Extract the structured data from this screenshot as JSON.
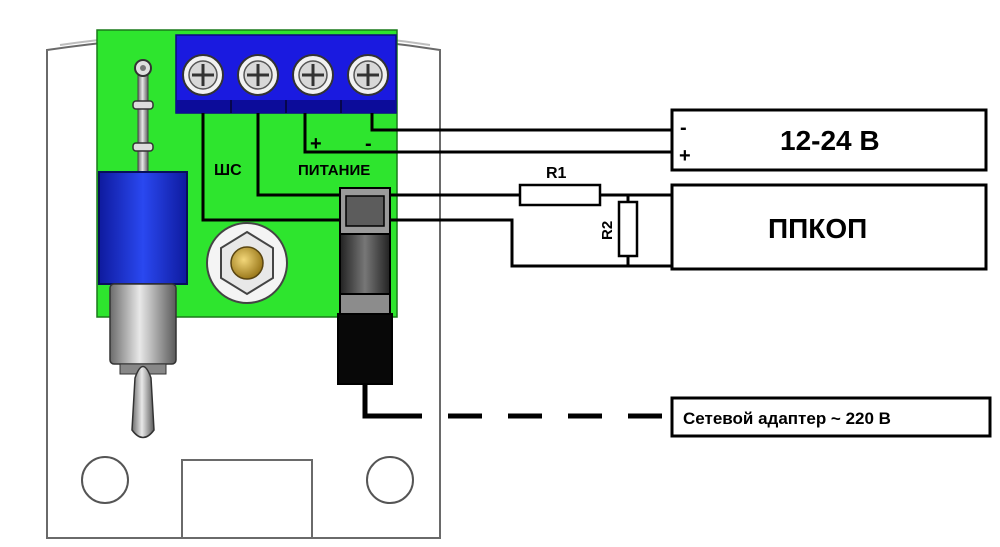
{
  "colors": {
    "board": "#2ee52e",
    "terminal_block": "#1a1ae0",
    "relay": "#1a2fd6",
    "wire": "#000000",
    "housing": "#ffffff"
  },
  "board_labels": {
    "loop": "ШС",
    "power": "ПИТАНИЕ",
    "plus": "+",
    "minus": "-"
  },
  "power_supply": {
    "label": "12-24 В",
    "minus": "-",
    "plus": "+"
  },
  "panel": {
    "label": "ППКОП"
  },
  "resistors": {
    "r1": "R1",
    "r2": "R2"
  },
  "adapter": {
    "label": "Сетевой адаптер ~ 220 В"
  }
}
